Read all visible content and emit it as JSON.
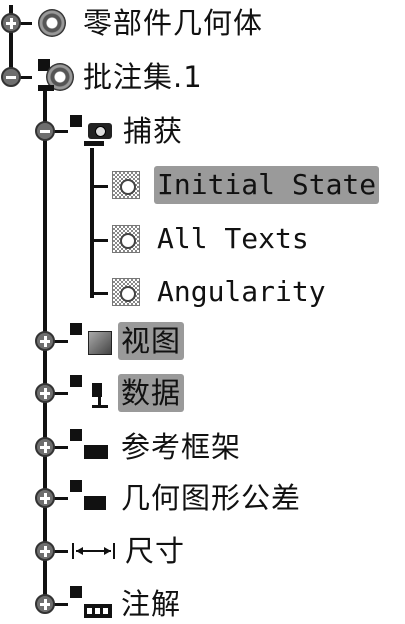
{
  "tree": {
    "items": [
      {
        "label": "零部件几何体",
        "toggle": "+"
      },
      {
        "label": "批注集.1",
        "toggle": "-"
      },
      {
        "label": "捕获",
        "toggle": "-"
      },
      {
        "label": "Initial State"
      },
      {
        "label": "All Texts"
      },
      {
        "label": "Angularity"
      },
      {
        "label": "视图",
        "toggle": "+"
      },
      {
        "label": "数据",
        "toggle": "+"
      },
      {
        "label": "参考框架",
        "toggle": "+"
      },
      {
        "label": "几何图形公差",
        "toggle": "+"
      },
      {
        "label": "尺寸",
        "toggle": "+"
      },
      {
        "label": "注解",
        "toggle": "+"
      }
    ],
    "highlighted": [
      "Initial State",
      "视图",
      "数据"
    ]
  },
  "icons": [
    "gear-icon",
    "annotation-set-icon",
    "camera-icon",
    "capture-state-icon",
    "view-icon",
    "datum-icon",
    "datum-reference-frame-icon",
    "geometric-tolerance-icon",
    "dimension-icon",
    "note-text-icon"
  ],
  "colors": {
    "highlight": "#9a9a9a",
    "line": "#111111",
    "toggle": "#6e6e6e"
  }
}
